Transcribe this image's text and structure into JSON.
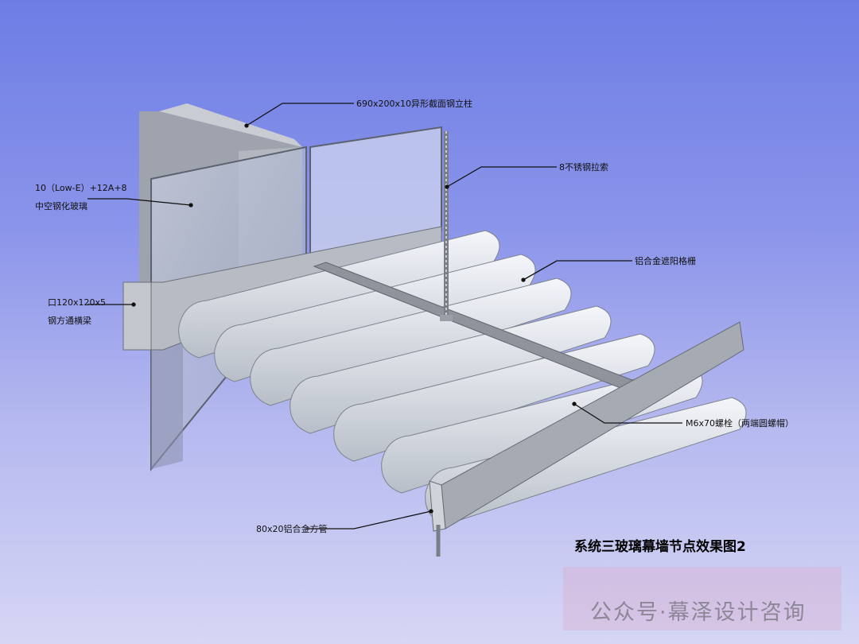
{
  "labels": {
    "column": "690x200x10异形截面钢立柱",
    "glass_line1": "10（Low-E）+12A+8",
    "glass_line2": "中空钢化玻璃",
    "cable": "8不锈钢拉索",
    "louver": "铝合金遮阳格栅",
    "beam_line1": "口120x120x5",
    "beam_line2": "钢方通横梁",
    "bolt": "M6x70螺栓（两端圆螺帽）",
    "tube": "80x20铝合金方管"
  },
  "title": "系统三玻璃幕墙节点效果图2",
  "watermark": "公众号·幕泽设计咨询"
}
